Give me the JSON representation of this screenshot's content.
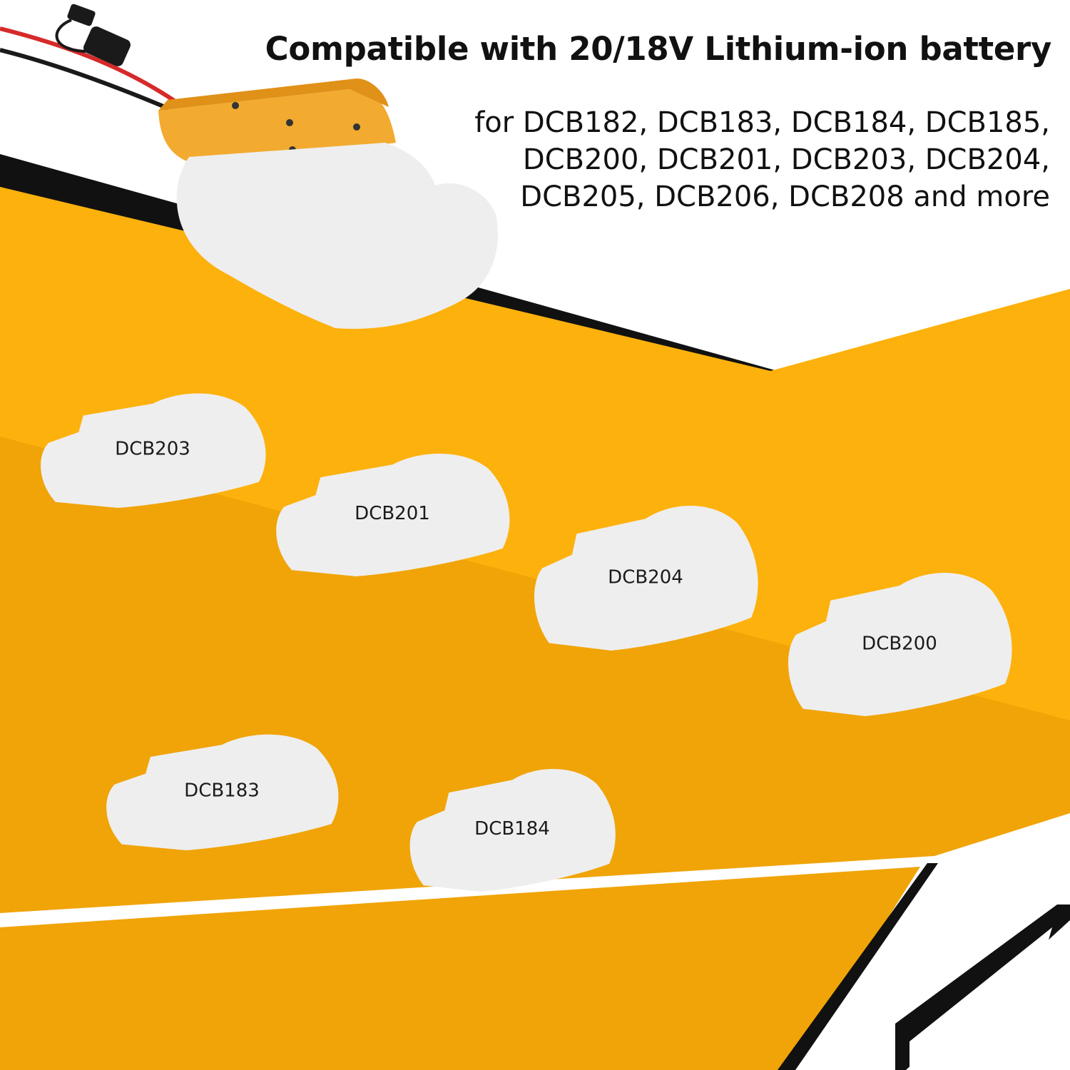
{
  "headline": "Compatible with 20/18V Lithium-ion battery",
  "model_lines": [
    "for DCB182, DCB183, DCB184, DCB185,",
    "DCB200, DCB201, DCB203, DCB204,",
    "DCB205, DCB206, DCB208 and more"
  ],
  "batteries": [
    {
      "label": "DCB203"
    },
    {
      "label": "DCB201"
    },
    {
      "label": "DCB204"
    },
    {
      "label": "DCB200"
    },
    {
      "label": "DCB183"
    },
    {
      "label": "DCB184"
    }
  ],
  "colors": {
    "accent_yellow": "#fdb10c",
    "accent_dark_yellow": "#f0a407",
    "stripe_black": "#111111",
    "battery_white": "#eeeeee",
    "adapter_orange": "#f2aa30",
    "wire_red": "#d62a2a",
    "wire_black": "#1a1a1a"
  },
  "icons": [
    "power-wheel-adapter-icon",
    "inline-fuse-icon",
    "battery-pack-icon"
  ]
}
